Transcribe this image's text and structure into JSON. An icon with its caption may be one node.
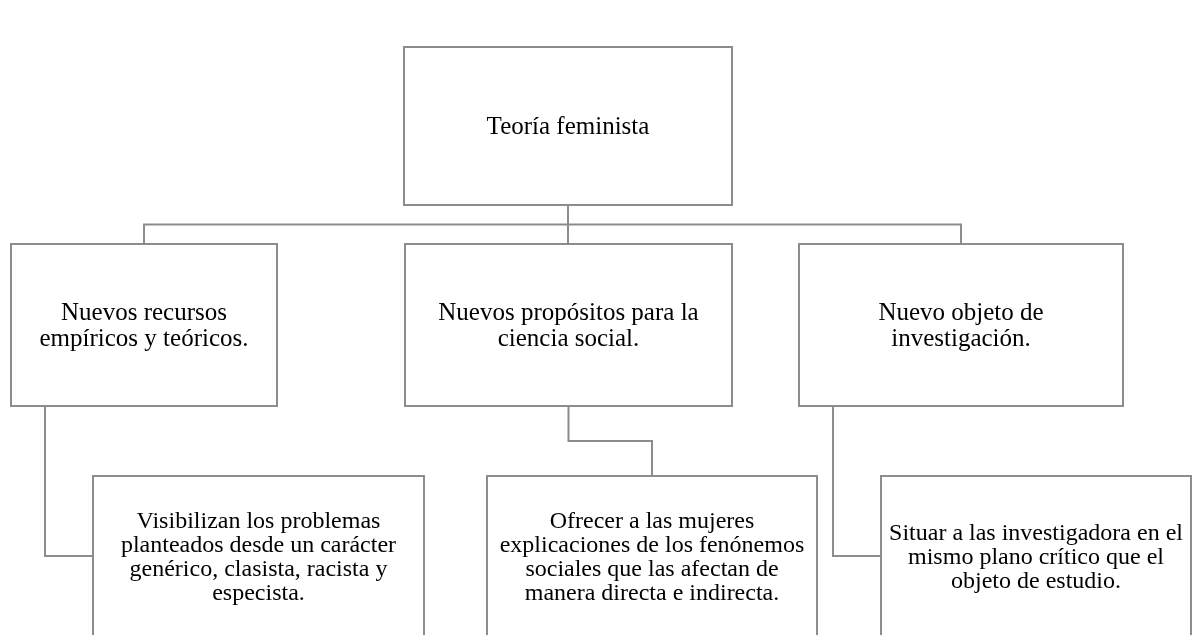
{
  "diagram": {
    "nodes": [
      {
        "text": [
          "Teoría feminista"
        ]
      },
      {
        "text": [
          "Nuevos recursos empíricos y teóricos."
        ]
      },
      {
        "text": [
          "Nuevos propósitos para la ciencia social."
        ]
      },
      {
        "text": [
          "Nuevo objeto de investigación."
        ]
      },
      {
        "text": [
          "Visibilizan los problemas planteados desde un carácter genérico, clasista, racista y especista."
        ]
      },
      {
        "text": [
          "Ofrecer a las mujeres explicaciones de los fenónemos sociales que las afectan de manera directa e indirecta."
        ]
      },
      {
        "text": [
          "Situar a las investigadora en el mismo plano crítico que el objeto de estudio."
        ]
      }
    ],
    "edges": [
      {
        "from": 0,
        "to": 1,
        "arrow": "none"
      },
      {
        "from": 0,
        "to": 2,
        "arrow": "none"
      },
      {
        "from": 0,
        "to": 3,
        "arrow": "none"
      },
      {
        "from": 1,
        "to": 4,
        "arrow": "none"
      },
      {
        "from": 2,
        "to": 5,
        "arrow": "none"
      },
      {
        "from": 3,
        "to": 6,
        "arrow": "none"
      }
    ]
  }
}
